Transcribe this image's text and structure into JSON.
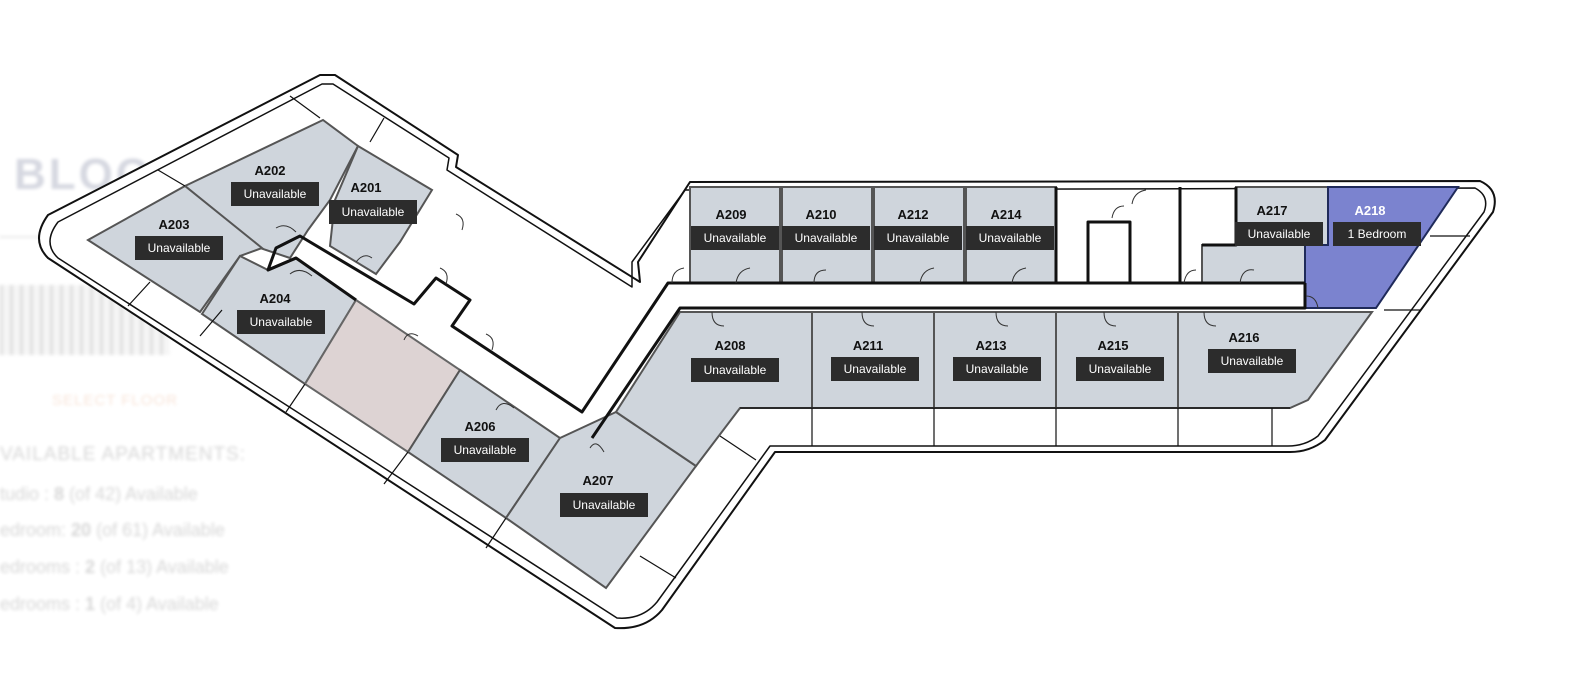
{
  "sidebar": {
    "title": "BLOC",
    "select_floor": "SELECT FLOOR",
    "heading": "VAILABLE APARTMENTS:",
    "stats": [
      {
        "label": "tudio : ",
        "count": "8",
        "rest": " (of 42) Available"
      },
      {
        "label": "edroom: ",
        "count": "20",
        "rest": " (of 61) Available"
      },
      {
        "label": "edrooms : ",
        "count": "2",
        "rest": " (of 13) Available"
      },
      {
        "label": "edrooms : ",
        "count": "1",
        "rest": " (of 4) Available"
      }
    ]
  },
  "colors": {
    "unavailable_fill": "#cfd5dc",
    "selected_fill": "#7b83cf",
    "hover_fill": "#ddd3d3",
    "badge_bg": "#2c2c2c",
    "wall": "#111111"
  },
  "units": {
    "a201": {
      "name": "A201",
      "status": "Unavailable"
    },
    "a202": {
      "name": "A202",
      "status": "Unavailable"
    },
    "a203": {
      "name": "A203",
      "status": "Unavailable"
    },
    "a204": {
      "name": "A204",
      "status": "Unavailable"
    },
    "a206": {
      "name": "A206",
      "status": "Unavailable"
    },
    "a207": {
      "name": "A207",
      "status": "Unavailable"
    },
    "a208": {
      "name": "A208",
      "status": "Unavailable"
    },
    "a209": {
      "name": "A209",
      "status": "Unavailable"
    },
    "a210": {
      "name": "A210",
      "status": "Unavailable"
    },
    "a211": {
      "name": "A211",
      "status": "Unavailable"
    },
    "a212": {
      "name": "A212",
      "status": "Unavailable"
    },
    "a213": {
      "name": "A213",
      "status": "Unavailable"
    },
    "a214": {
      "name": "A214",
      "status": "Unavailable"
    },
    "a215": {
      "name": "A215",
      "status": "Unavailable"
    },
    "a216": {
      "name": "A216",
      "status": "Unavailable"
    },
    "a217": {
      "name": "A217",
      "status": "Unavailable"
    },
    "a218": {
      "name": "A218",
      "status": "1 Bedroom"
    }
  }
}
